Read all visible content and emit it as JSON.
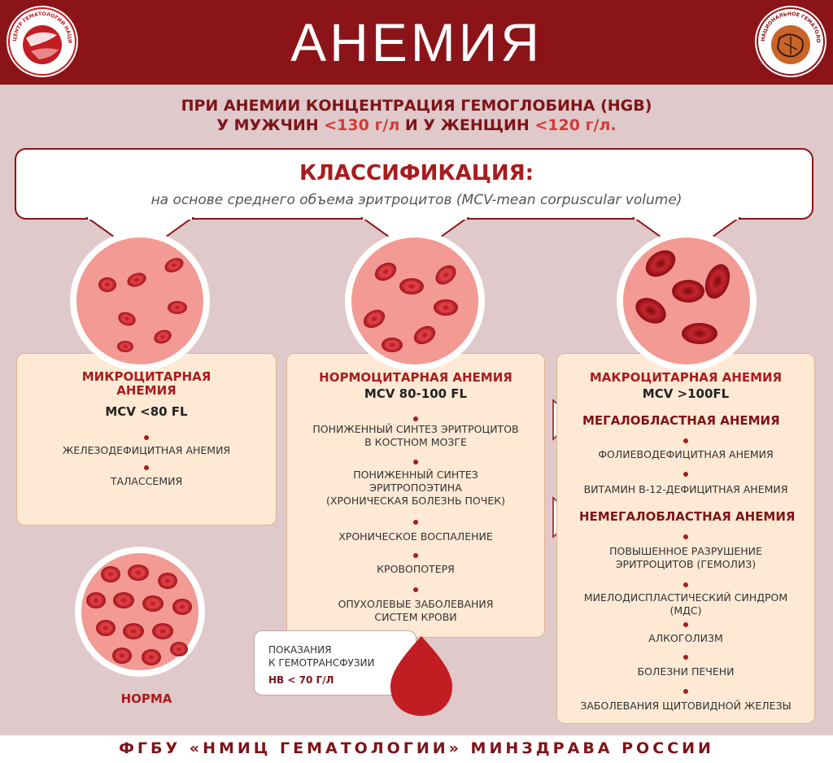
{
  "header": {
    "title": "АНЕМИЯ",
    "logo_left_text": "ЦЕНТР ГЕМАТОЛОГИИ НАЦИОНАЛЬНЫЙ МЕДИЦИНСКИЙ ИССЛЕДОВАТЕЛЬСКИЙ",
    "logo_right_text": "НАЦИОНАЛЬНОЕ ГЕМАТОЛОГИЧЕСКОЕ ОБЩЕСТВО"
  },
  "intro": {
    "line1": "ПРИ АНЕМИИ КОНЦЕНТРАЦИЯ ГЕМОГЛОБИНА (HGB)",
    "line2_pre": "У МУЖЧИН ",
    "line2_men": "<130 г/л",
    "line2_mid": " И У ЖЕНЩИН ",
    "line2_women": "<120 г/л."
  },
  "banner": {
    "title": "КЛАССИФИКАЦИЯ:",
    "subtitle": "на основе среднего объема эритроцитов (MCV-mean corpuscular volume)"
  },
  "micro": {
    "title1": "МИКРОЦИТАРНАЯ",
    "title2": "АНЕМИЯ",
    "mcv": "MCV <80 FL",
    "items": [
      "ЖЕЛЕЗОДЕФИЦИТНАЯ АНЕМИЯ",
      "ТАЛАССЕМИЯ"
    ]
  },
  "normo": {
    "title": "НОРМОЦИТАРНАЯ АНЕМИЯ",
    "mcv": "MCV 80-100 FL",
    "items": [
      [
        "ПОНИЖЕННЫЙ СИНТЕЗ ЭРИТРОЦИТОВ",
        "В КОСТНОМ МОЗГЕ"
      ],
      [
        "ПОНИЖЕННЫЙ СИНТЕЗ",
        "ЭРИТРОПОЭТИНА",
        "(ХРОНИЧЕСКАЯ БОЛЕЗНЬ ПОЧЕК)"
      ],
      [
        "ХРОНИЧЕСКОЕ ВОСПАЛЕНИЕ"
      ],
      [
        "КРОВОПОТЕРЯ"
      ],
      [
        "ОПУХОЛЕВЫЕ ЗАБОЛЕВАНИЯ",
        "СИСТЕМ КРОВИ"
      ]
    ]
  },
  "macro": {
    "title": "МАКРОЦИТАРНАЯ АНЕМИЯ",
    "mcv": "MCV >100FL",
    "sub1": "МЕГАЛОБЛАСТНАЯ АНЕМИЯ",
    "sub1_items": [
      "ФОЛИЕВОДЕФИЦИТНАЯ АНЕМИЯ",
      "ВИТАМИН В-12-ДЕФИЦИТНАЯ АНЕМИЯ"
    ],
    "sub2": "НЕМЕГАЛОБЛАСТНАЯ АНЕМИЯ",
    "sub2_items": [
      [
        "ПОВЫШЕННОЕ РАЗРУШЕНИЕ",
        "ЭРИТРОЦИТОВ (ГЕМОЛИЗ)"
      ],
      [
        "МИЕЛОДИСПЛАСТИЧЕСКИЙ СИНДРОМ",
        "(МДС)"
      ],
      [
        "АЛКОГОЛИЗМ"
      ],
      [
        "БОЛЕЗНИ ПЕЧЕНИ"
      ],
      [
        "ЗАБОЛЕВАНИЯ ЩИТОВИДНОЙ ЖЕЛЕЗЫ"
      ]
    ]
  },
  "norm_label": "НОРМА",
  "transfusion": {
    "line1": "ПОКАЗАНИЯ",
    "line2": "К ГЕМОТРАНСФУЗИИ",
    "value": "HB < 70 Г/Л"
  },
  "footer": "ФГБУ «НМИЦ ГЕМАТОЛОГИИ» МИНЗДРАВА РОССИИ",
  "colors": {
    "header": "#8b1418",
    "background": "#dfc9ca",
    "card": "#fde9d4",
    "accent": "#a81c1f"
  }
}
